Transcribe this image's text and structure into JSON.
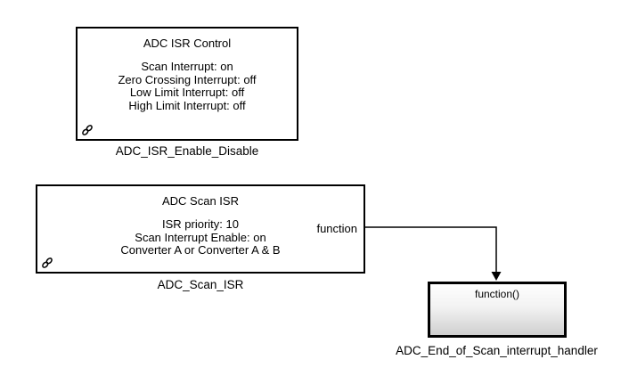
{
  "diagram": {
    "blocks": {
      "isr_control": {
        "title": "ADC ISR Control",
        "lines": [
          "Scan Interrupt: on",
          "Zero Crossing Interrupt: off",
          "Low Limit Interrupt: off",
          "High Limit Interrupt: off"
        ],
        "name": "ADC_ISR_Enable_Disable"
      },
      "scan_isr": {
        "title": "ADC Scan ISR",
        "lines": [
          "ISR priority: 10",
          "Scan Interrupt Enable: on",
          "Converter A or Converter A & B"
        ],
        "output_port": "function",
        "name": "ADC_Scan_ISR"
      },
      "handler": {
        "title": "function()",
        "name": "ADC_End_of_Scan_interrupt_handler"
      }
    },
    "icons": {
      "link_badge": "library-link-icon"
    },
    "colors": {
      "background": "#ffffff",
      "block_border": "#000000",
      "handler_fill_top": "#ffffff",
      "handler_fill_bottom": "#cfcfcf"
    }
  }
}
